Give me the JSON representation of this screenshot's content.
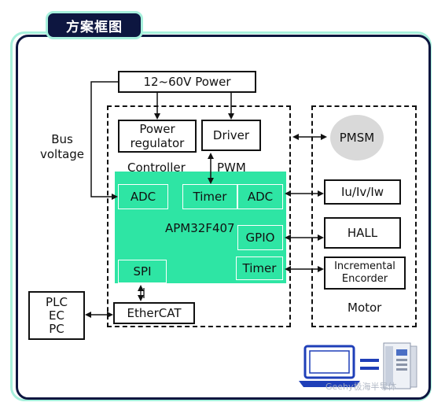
{
  "title": "方案框图",
  "power": "12~60V Power",
  "bus_voltage": [
    "Bus",
    "voltage"
  ],
  "power_regulator": [
    "Power",
    "regulator"
  ],
  "driver": "Driver",
  "controller_label": "Controller",
  "pwm_label": "PWM",
  "adc_left": "ADC",
  "timer_top": "Timer",
  "adc_right": "ADC",
  "mcu": "APM32F407",
  "gpio": "GPIO",
  "timer_bottom": "Timer",
  "spi": "SPI",
  "ethercat": "EtherCAT",
  "plc": [
    "PLC",
    "EC",
    "PC"
  ],
  "pmsm": "PMSM",
  "iuvw": "Iu/Iv/Iw",
  "hall": "HALL",
  "encoder": [
    "Incremental",
    "Encorder"
  ],
  "motor_label": "Motor",
  "watermark": "Geehy极海半导体",
  "colors": {
    "navy": "#0d1640",
    "mint": "#a7f0dc",
    "green": "#2ee5a4",
    "gray": "#d9d9d9"
  }
}
